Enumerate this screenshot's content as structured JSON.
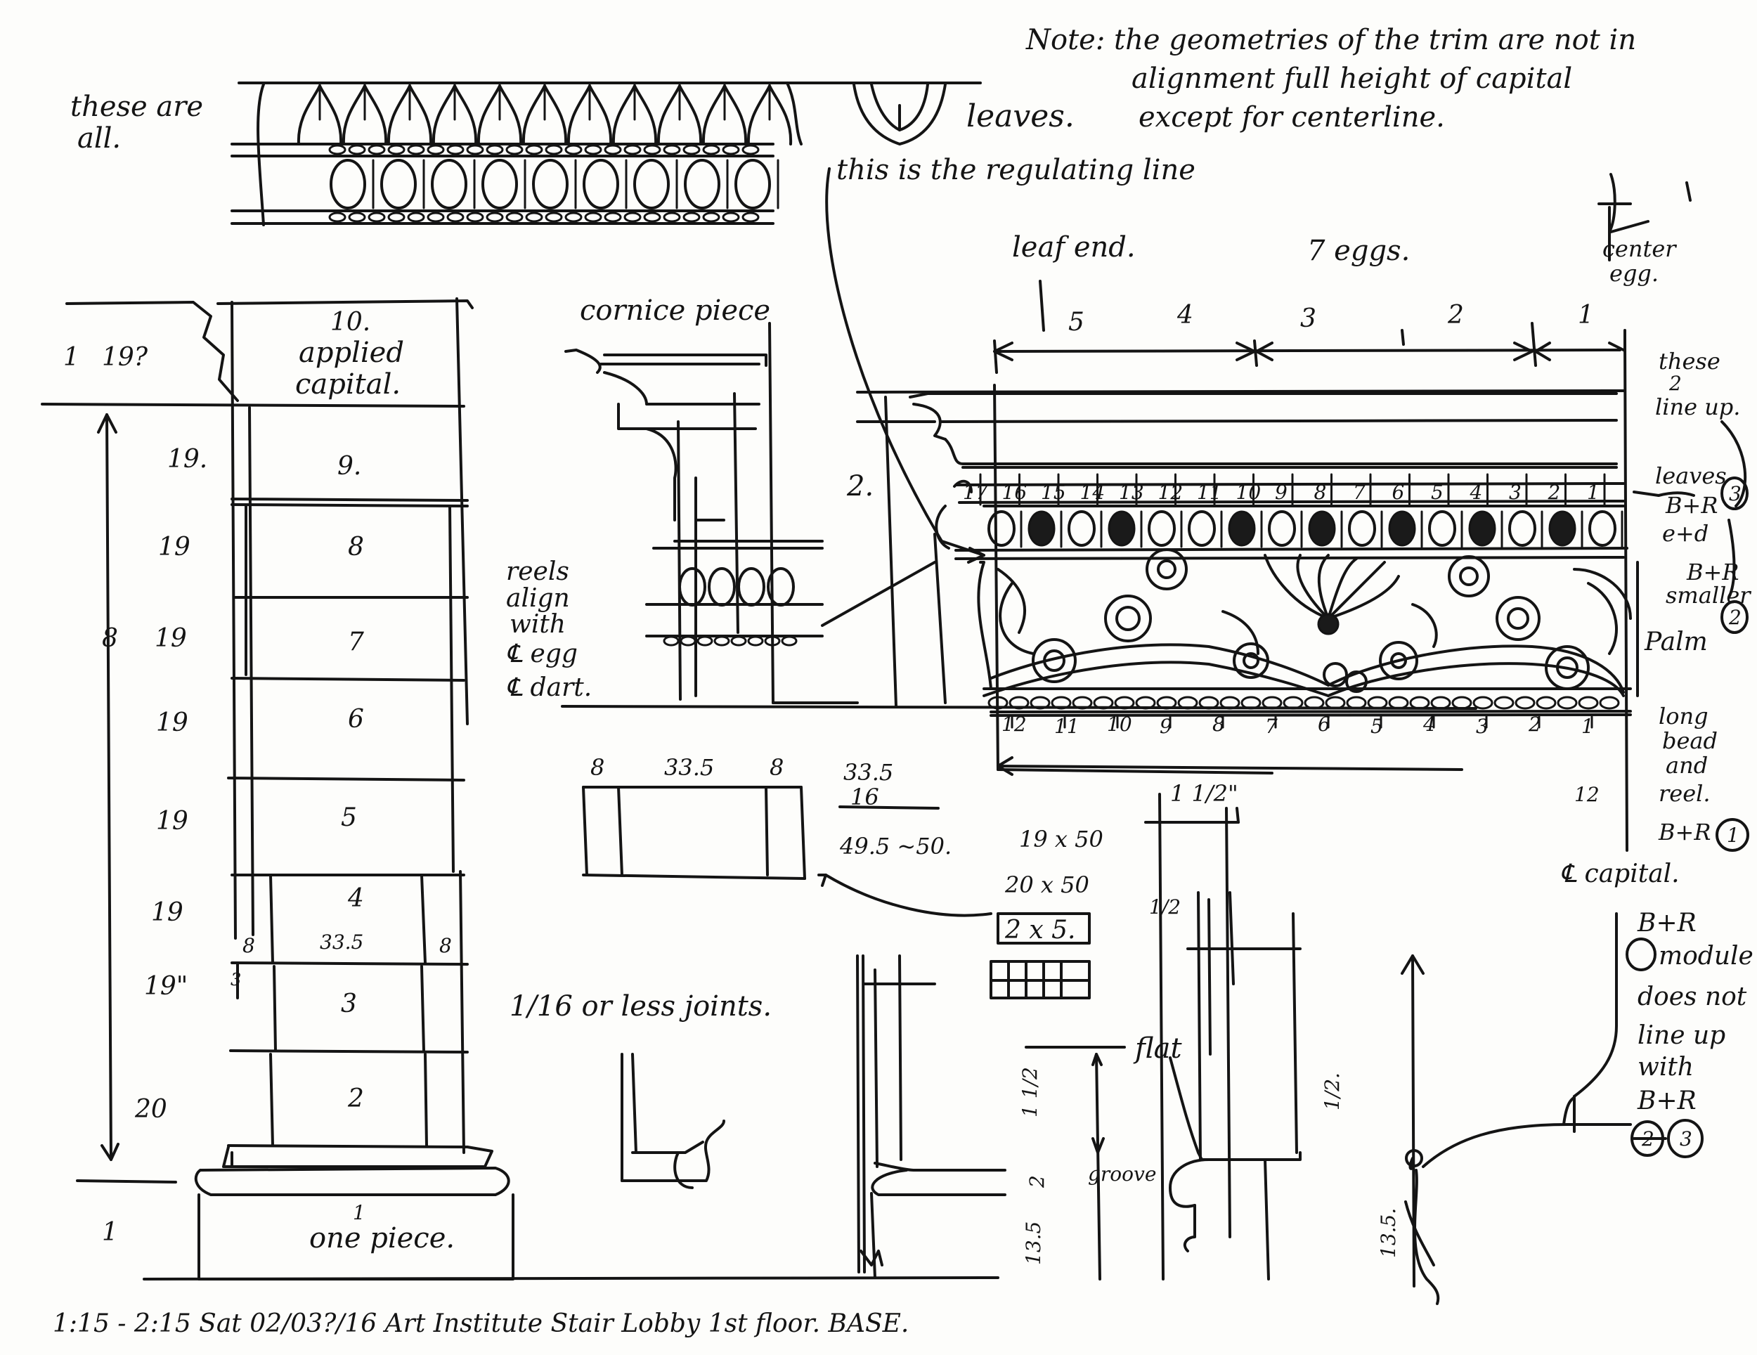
{
  "notes": {
    "note_line1": "Note: the geometries of the trim are not in",
    "note_line2": "alignment full height of capital",
    "note_line3": "except for centerline.",
    "these_are_all_1": "these are",
    "these_are_all_2": "all.",
    "leaves": "leaves.",
    "regulating_line": "this is the regulating line",
    "leaf_end": "leaf end.",
    "seven_eggs": "7 eggs.",
    "center_egg_1": "center",
    "center_egg_2": "egg.",
    "cornice_piece": "cornice piece",
    "applied_1": "10.",
    "applied_2": "applied",
    "applied_3": "capital.",
    "reels_1": "reels",
    "reels_2": "align",
    "reels_3": "with",
    "reels_4": "℄ egg",
    "reels_5": "℄ dart.",
    "these_2_1": "these",
    "these_2_2": "2",
    "these_2_3": "line up.",
    "leaves_right": "leaves",
    "br_ed_1": "B+R",
    "br_ed_2": "e+d",
    "br_small_1": "B+R",
    "br_small_2": "smaller",
    "palm": "Palm",
    "long_bead_1": "long",
    "long_bead_2": "bead",
    "long_bead_3": "and",
    "long_bead_4": "reel.",
    "br1": "B+R",
    "cl_capital": "℄ capital.",
    "module_1": "B+R",
    "module_2": "module",
    "module_3": "does not",
    "module_4": "line up",
    "module_5": "with",
    "module_6": "B+R",
    "joints": "1/16 or less joints.",
    "one_piece": "one piece.",
    "flat": "flat",
    "groove": "groove",
    "footer": "1:15 - 2:15   Sat   02/03?/16   Art Institute   Stair Lobby   1st floor.   BASE."
  },
  "calc": {
    "top_8a": "8",
    "top_335": "33.5",
    "top_8b": "8",
    "sum_a": "33.5",
    "sum_b": "16",
    "sum_c": "49.5 ~50.",
    "dim_19x50": "19 x 50",
    "dim_20x50": "20 x 50",
    "dim_2x5": "2 x 5."
  },
  "pier": {
    "top_left_1": "1",
    "top_left_2": "19?",
    "course_labels": [
      "9.",
      "8",
      "7",
      "6",
      "5",
      "4",
      "3",
      "2"
    ],
    "heights": [
      "19.",
      "19",
      "19",
      "19",
      "19",
      "19",
      "19\"",
      "20"
    ],
    "total_8": "8",
    "side_8a": "8",
    "mid_335": "33.5",
    "side_8b": "8",
    "small_3": "3",
    "base_num": "1",
    "left_1": "1"
  },
  "capital": {
    "top_segments": [
      "5",
      "4",
      "3",
      "2",
      "1"
    ],
    "leaf_numbers": [
      "17",
      "16",
      "15",
      "14",
      "13",
      "12",
      "11",
      "10",
      "9",
      "8",
      "7",
      "6",
      "5",
      "4",
      "3",
      "2",
      "1"
    ],
    "bead_numbers": [
      "12",
      "11",
      "10",
      "9",
      "8",
      "7",
      "6",
      "5",
      "4",
      "3",
      "2",
      "1"
    ],
    "bottom_12": "12",
    "label_2": "2.",
    "circle_3": "3",
    "circle_2": "2",
    "circle_1": "1",
    "circle_2b": "2",
    "circle_3b": "3"
  },
  "profiles": {
    "half_a": "1 1/2\"",
    "half_b": "1/2",
    "v_12": "1 1/2",
    "v_2": "2",
    "v_135": "13.5",
    "v_12b": "1/2.",
    "v_135b": "13.5."
  }
}
